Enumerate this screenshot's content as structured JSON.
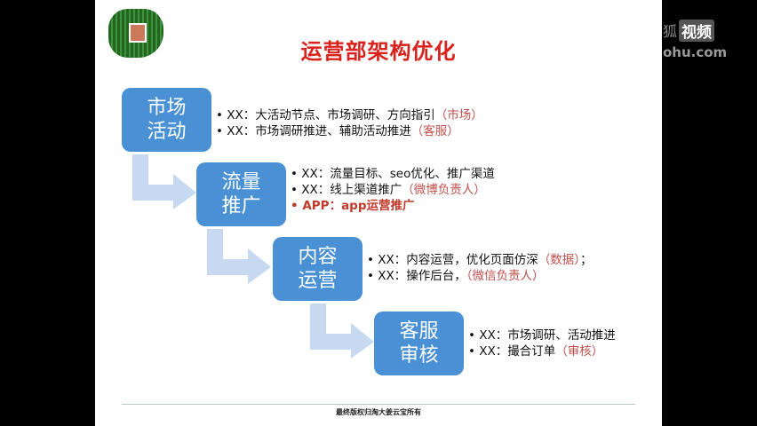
{
  "slide": {
    "title": "运营部架构优化",
    "footer": "最终版权归淘大姜云宝所有"
  },
  "stages": [
    {
      "label": "市场\n活动",
      "items": [
        {
          "text": "• XX：大活动节点、市场调研、方向指引",
          "paren": "（市场）",
          "highlight": false
        },
        {
          "text": "• XX：市场调研推进、辅助活动推进",
          "paren": "（客服）",
          "highlight": false
        }
      ]
    },
    {
      "label": "流量\n推广",
      "items": [
        {
          "text": "• XX：流量目标、seo优化、推广渠道",
          "paren": "",
          "highlight": false
        },
        {
          "text": "• XX：线上渠道推广",
          "paren": "（微博负责人）",
          "highlight": false
        },
        {
          "text": "• APP：app运营推广",
          "paren": "",
          "highlight": true
        }
      ]
    },
    {
      "label": "内容\n运营",
      "items": [
        {
          "text": "• XX：内容运营，优化页面仿深",
          "paren": "（数据）",
          "suffix": "；",
          "highlight": false
        },
        {
          "text": "• XX：操作后台，",
          "paren": "（微信负责人）",
          "highlight": false
        }
      ]
    },
    {
      "label": "客服\n审核",
      "items": [
        {
          "text": "• XX：市场调研、活动推进",
          "paren": "",
          "highlight": false
        },
        {
          "text": "• XX：撮合订单",
          "paren": "（审核）",
          "highlight": false
        }
      ]
    }
  ],
  "watermark": {
    "brand_left": "狐",
    "brand_box": "视频",
    "domain": "ohu.com"
  },
  "colors": {
    "box_fill": "#4a90d4",
    "arrow_fill": "#c6d9f1",
    "title": "#d9221c",
    "paren": "#c0504d"
  },
  "icons": [
    "qr-code-icon"
  ]
}
